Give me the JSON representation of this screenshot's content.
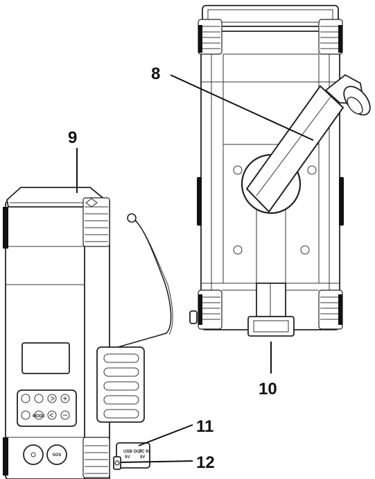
{
  "callouts": {
    "c8": "8",
    "c9": "9",
    "c10": "10",
    "c11": "11",
    "c12": "12"
  },
  "port_labels": {
    "usb_out": "USB OUT",
    "usb_out_v": "5V",
    "dc_in": "DC IN",
    "dc_in_v": "5V"
  },
  "button_labels": {
    "mode": "MODE",
    "sos": "SOS"
  },
  "colors": {
    "line": "#222222",
    "fill": "#ffffff",
    "dark": "#111111"
  }
}
